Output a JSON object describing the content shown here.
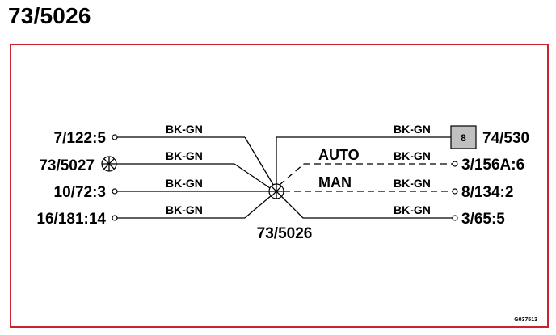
{
  "title": "73/5026",
  "splice_label": "73/5026",
  "left_connections": [
    {
      "label": "7/122:5",
      "wire": "BK-GN",
      "terminal": "open-circle-icon"
    },
    {
      "label": "73/5027",
      "wire": "BK-GN",
      "terminal": "ground-point-icon"
    },
    {
      "label": "10/72:3",
      "wire": "BK-GN",
      "terminal": "open-circle-icon"
    },
    {
      "label": "16/181:14",
      "wire": "BK-GN",
      "terminal": "open-circle-icon"
    }
  ],
  "right_connections": [
    {
      "label": "74/530",
      "wire": "BK-GN",
      "terminal": "connector-box-icon",
      "box_text": "8",
      "mode": ""
    },
    {
      "label": "3/156A:6",
      "wire": "BK-GN",
      "terminal": "open-circle-icon",
      "mode": "AUTO"
    },
    {
      "label": "8/134:2",
      "wire": "BK-GN",
      "terminal": "open-circle-icon",
      "mode": "MAN"
    },
    {
      "label": "3/65:5",
      "wire": "BK-GN",
      "terminal": "open-circle-icon",
      "mode": ""
    }
  ],
  "figure_id": "G037513",
  "colors": {
    "frame": "#c8242f",
    "connector_box_fill": "#c0c0c0",
    "line": "#000000"
  }
}
